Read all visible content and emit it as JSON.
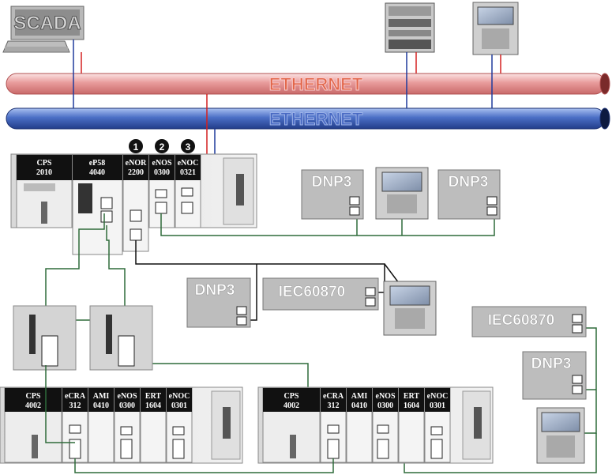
{
  "networks": {
    "ethernet_red": "ETHERNET",
    "ethernet_blue": "ETHERNET"
  },
  "scada": {
    "label": "SCADA"
  },
  "rack_main": {
    "modules": [
      {
        "name": "CPS",
        "num": "2010"
      },
      {
        "name": "eP58",
        "num": "4040"
      },
      {
        "name": "eNOR",
        "num": "2200"
      },
      {
        "name": "eNOS",
        "num": "0300"
      },
      {
        "name": "eNOC",
        "num": "0321"
      }
    ],
    "badges": [
      "1",
      "2",
      "3"
    ]
  },
  "rack_remote_1": {
    "modules": [
      {
        "name": "CPS",
        "num": "4002"
      },
      {
        "name": "eCRA",
        "num": "312"
      },
      {
        "name": "AMI",
        "num": "0410"
      },
      {
        "name": "eNOS",
        "num": "0300"
      },
      {
        "name": "ERT",
        "num": "1604"
      },
      {
        "name": "eNOC",
        "num": "0301"
      }
    ]
  },
  "rack_remote_2": {
    "modules": [
      {
        "name": "CPS",
        "num": "4002"
      },
      {
        "name": "eCRA",
        "num": "312"
      },
      {
        "name": "AMI",
        "num": "0410"
      },
      {
        "name": "eNOS",
        "num": "0300"
      },
      {
        "name": "ERT",
        "num": "1604"
      },
      {
        "name": "eNOC",
        "num": "0301"
      }
    ]
  },
  "devices": {
    "dnp3_a": "DNP3",
    "dnp3_b": "DNP3",
    "dnp3_c": "DNP3",
    "dnp3_d": "DNP3",
    "iec_a": "IEC60870",
    "iec_b": "IEC60870",
    "hmi": "HMI"
  },
  "colors": {
    "red_pipe": "#e7a3a3",
    "blue_pipe": "#3a5fb5",
    "red_wire": "#d42020",
    "blue_wire": "#1f3a9c",
    "green_wire": "#2e6b3a",
    "black_wire": "#111111",
    "module_header": "#111111",
    "device_gray": "#bdbdbd"
  }
}
